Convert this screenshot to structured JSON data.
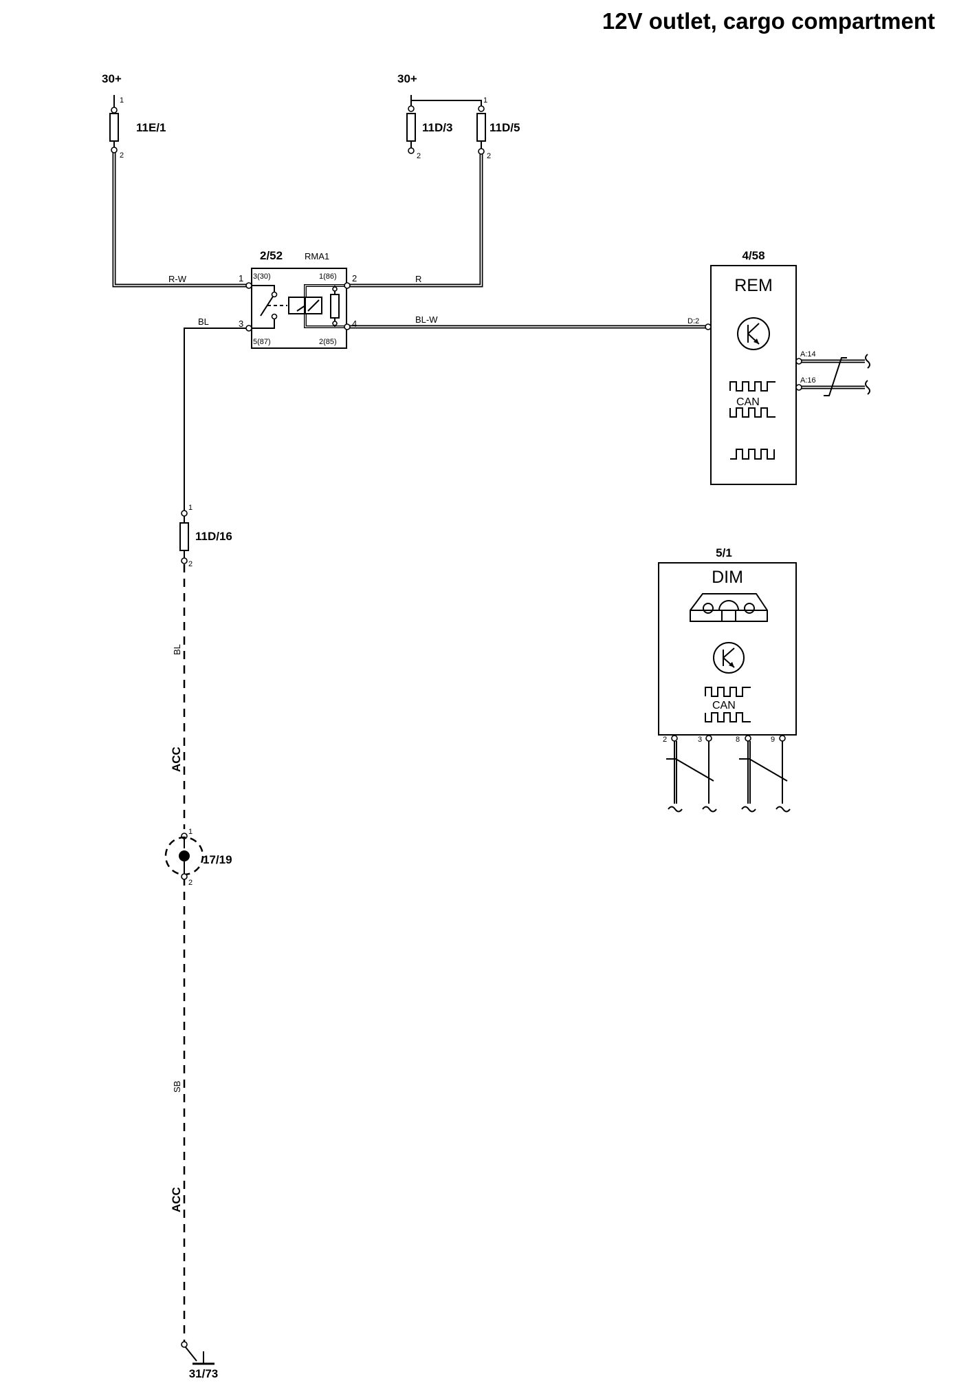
{
  "title": "12V outlet, cargo compartment",
  "supplies": {
    "left": "30+",
    "right": "30+"
  },
  "fuses": {
    "f1": {
      "id": "11E/1",
      "pin_top": "1",
      "pin_bottom": "2"
    },
    "f2": {
      "id": "11D/3",
      "pin_bottom": "2"
    },
    "f3": {
      "id": "11D/5",
      "pin_top": "1",
      "pin_bottom": "2"
    },
    "f4": {
      "id": "11D/16",
      "pin_top": "1",
      "pin_bottom": "2"
    }
  },
  "relay": {
    "id": "2/52",
    "name": "RMA1",
    "pin_1": "1",
    "pin_2": "2",
    "pin_3": "3",
    "pin_4": "4",
    "term_30": "3(30)",
    "term_86": "1(86)",
    "term_87": "5(87)",
    "term_85": "2(85)"
  },
  "wires": {
    "rw": "R-W",
    "r": "R",
    "bl": "BL",
    "blw": "BL-W",
    "bl_vertical": "BL",
    "acc_1": "ACC",
    "sb": "SB",
    "acc_2": "ACC"
  },
  "rem": {
    "id": "4/58",
    "name": "REM",
    "pin_d2": "D:2",
    "pin_a14": "A:14",
    "pin_a16": "A:16",
    "can": "CAN"
  },
  "dim": {
    "id": "5/1",
    "name": "DIM",
    "can": "CAN",
    "pins": [
      "2",
      "3",
      "8",
      "9"
    ]
  },
  "outlet": {
    "id": "17/19",
    "pin_top": "1",
    "pin_bottom": "2"
  },
  "ground": {
    "id": "31/73"
  }
}
